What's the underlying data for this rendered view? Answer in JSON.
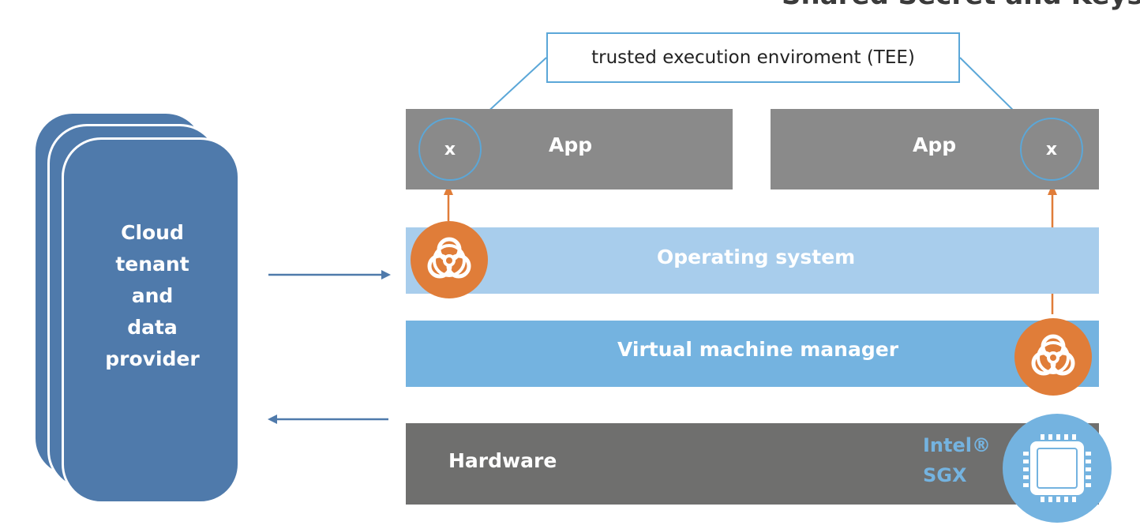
{
  "header": {
    "clipped_title": "Shared Secret and Keys"
  },
  "tenant": {
    "lines": [
      "Cloud",
      "tenant",
      "and",
      "data",
      "provider"
    ]
  },
  "tee": {
    "label": "trusted execution enviroment (TEE)"
  },
  "apps": {
    "left": {
      "label": "App",
      "enclave_mark": "x"
    },
    "right": {
      "label": "App",
      "enclave_mark": "x"
    }
  },
  "layers": {
    "os": "Operating system",
    "vmm": "Virtual machine manager",
    "hardware": "Hardware"
  },
  "sgx": {
    "line1": "Intel®",
    "line2": "SGX"
  },
  "icons": {
    "hazard": "biohazard-icon",
    "chip": "cpu-chip-icon"
  },
  "colors": {
    "tenant_card": "#4f7aab",
    "app_bar": "#8a8a8a",
    "os_bar": "#a8cdec",
    "vmm_bar": "#74b3e0",
    "hardware_bar": "#6f6f6e",
    "hazard": "#e07d39",
    "tee_border": "#5ba7d8"
  }
}
